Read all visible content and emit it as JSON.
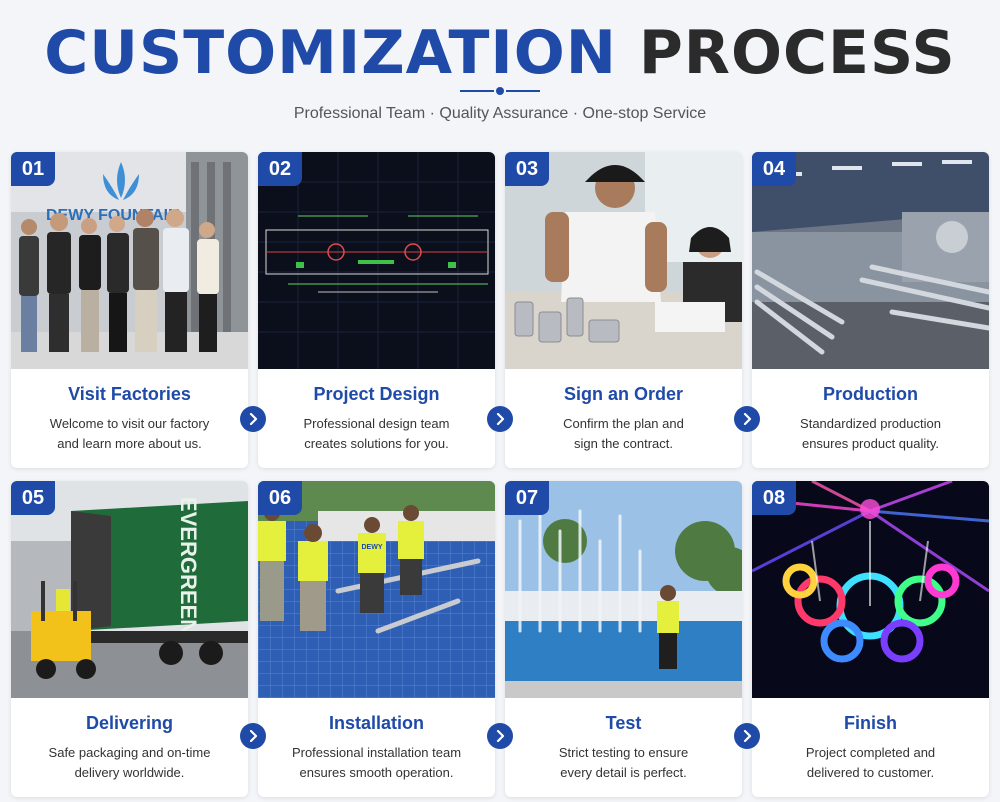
{
  "header": {
    "title_part1": "CUSTOMIZATION",
    "title_part2": "PROCESS",
    "subtitle": "Professional Team · Quality Assurance · One-stop Service"
  },
  "colors": {
    "accent": "#1f4aa8",
    "text": "#333333"
  },
  "steps": [
    {
      "number": "01",
      "title": "Visit Factories",
      "line1": "Welcome to visit our factory",
      "line2": "and learn more about us.",
      "sign_text": "DEWY FOUNTAIN"
    },
    {
      "number": "02",
      "title": "Project Design",
      "line1": "Professional design team",
      "line2": "creates solutions for you."
    },
    {
      "number": "03",
      "title": "Sign an Order",
      "line1": "Confirm the plan and",
      "line2": "sign the contract."
    },
    {
      "number": "04",
      "title": "Production",
      "line1": "Standardized production",
      "line2": "ensures product quality."
    },
    {
      "number": "05",
      "title": "Delivering",
      "line1": "Safe packaging and on-time",
      "line2": "delivery worldwide.",
      "container_text": "EVERGREEN"
    },
    {
      "number": "06",
      "title": "Installation",
      "line1": "Professional installation team",
      "line2": "ensures smooth operation.",
      "vest_text": "DEWY"
    },
    {
      "number": "07",
      "title": "Test",
      "line1": "Strict testing to ensure",
      "line2": "every detail is perfect."
    },
    {
      "number": "08",
      "title": "Finish",
      "line1": "Project completed and",
      "line2": "delivered to customer."
    }
  ],
  "icons": {
    "next": "chevron-right-icon"
  }
}
